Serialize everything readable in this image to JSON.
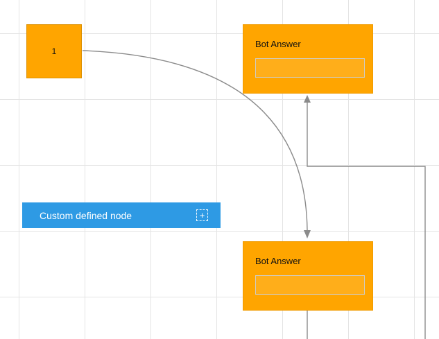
{
  "diagram": {
    "nodes": {
      "number": {
        "label": "1"
      },
      "bot_top": {
        "title": "Bot Answer"
      },
      "bot_bottom": {
        "title": "Bot Answer"
      },
      "custom": {
        "label": "Custom defined node"
      }
    },
    "icons": {
      "plus": "+"
    },
    "colors": {
      "node_orange": "#ffa500",
      "node_orange_border": "#dd9000",
      "custom_blue": "#2e9ae4",
      "connector_gray": "#8b8b8b",
      "grid_line": "#e4e4e4",
      "background": "#ffffff"
    },
    "grid_size": 95
  }
}
